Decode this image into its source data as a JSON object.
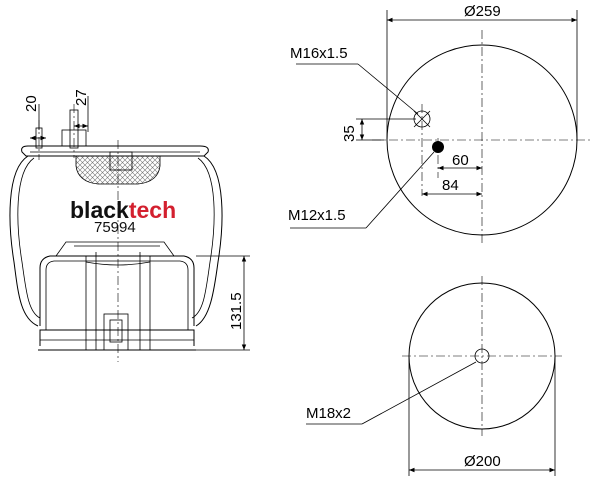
{
  "brand": {
    "part1": "black",
    "part2": "tech",
    "accent_color": "#d3202f"
  },
  "model_number": "75994",
  "side_view": {
    "dim_top_left": "20",
    "dim_top_right": "27",
    "dim_height": "131.5"
  },
  "top_view": {
    "diameter": "Ø259",
    "thread_large": "M16x1.5",
    "thread_small": "M12x1.5",
    "offset_vertical": "35",
    "offset_small": "60",
    "offset_large": "84"
  },
  "bottom_view": {
    "diameter": "Ø200",
    "thread": "M18x2"
  }
}
